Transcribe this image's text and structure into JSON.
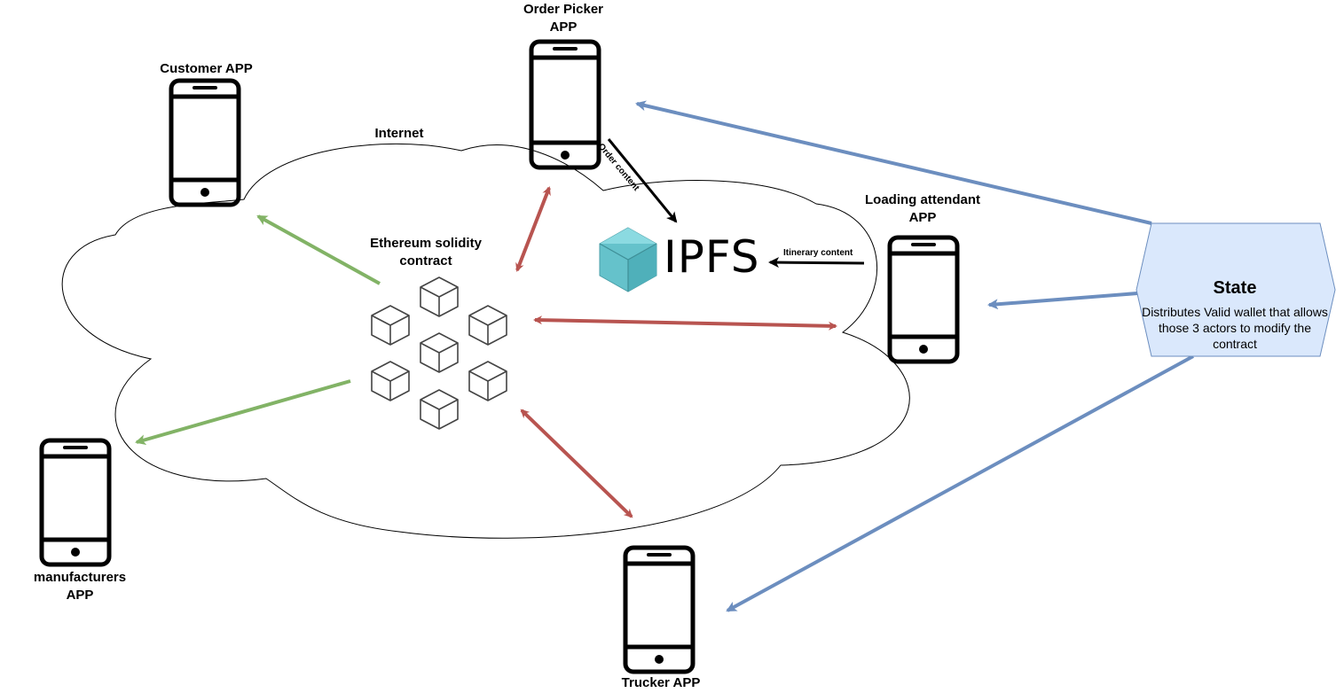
{
  "labels": {
    "internet": "Internet",
    "contract": "Ethereum solidity\ncontract",
    "order_picker": "Order Picker\nAPP",
    "customer": "Customer APP",
    "loading_attendant": "Loading attendant\nAPP",
    "manufacturers": "manufacturers\nAPP",
    "trucker": "Trucker APP",
    "ipfs": "IPFS",
    "order_content": "Order content",
    "itinerary_content": "Itinerary content"
  },
  "state": {
    "title": "State",
    "description": "Distributes Valid wallet that allows those 3 actors to modify the contract"
  },
  "colors": {
    "red_arrow": "#b85450",
    "green_arrow": "#82b366",
    "blue_arrow": "#6c8ebf",
    "state_fill": "#dae8fc",
    "ipfs_cube": "#65c2cb"
  }
}
